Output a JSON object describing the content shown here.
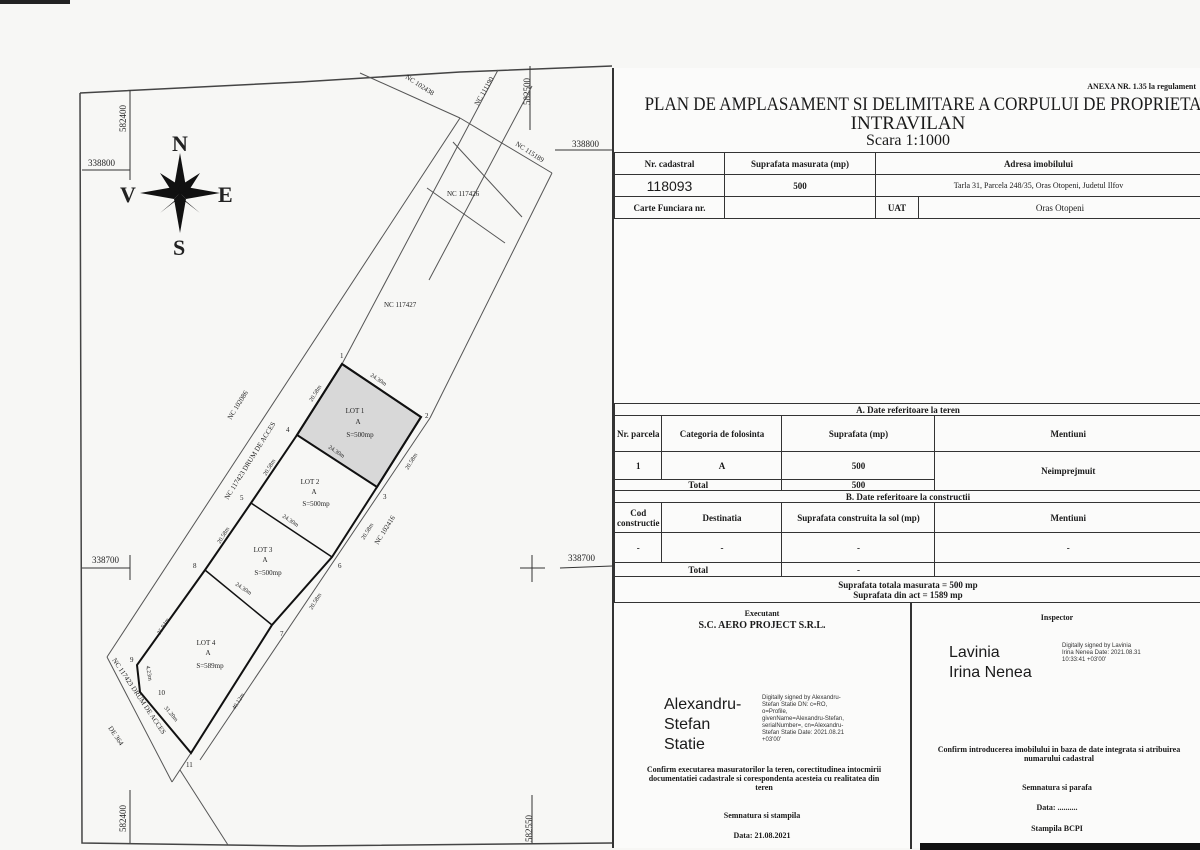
{
  "map": {
    "compass": {
      "n": "N",
      "s": "S",
      "e": "E",
      "w": "V"
    },
    "coords": {
      "x_top_left": "582400",
      "y_top_left": "338800",
      "x_top_right": "582500",
      "y_top_right": "338800",
      "y_mid_left": "338700",
      "y_mid_right": "338700",
      "x_bottom_left": "582400",
      "x_bottom_right": "582550"
    },
    "neighbors": {
      "nc102438": "NC 102438",
      "nc111190": "NC 111190",
      "nc115189": "NC 115189",
      "nc117426": "NC 117426",
      "nc117427": "NC 117427",
      "nc102086": "NC 102086",
      "road_top": "NC 117423 DRUM DE ACCES",
      "road_bottom": "NC 117423 DRUM DE ACCES",
      "nc102416": "NC 102416",
      "de364": "DE 364"
    },
    "lots": [
      {
        "name": "LOT 1",
        "category": "A",
        "area": "S=500mp"
      },
      {
        "name": "LOT 2",
        "category": "A",
        "area": "S=500mp"
      },
      {
        "name": "LOT 3",
        "category": "A",
        "area": "S=500mp"
      },
      {
        "name": "LOT 4",
        "category": "A",
        "area": "S=589mp"
      }
    ],
    "points": [
      "1",
      "2",
      "3",
      "4",
      "5",
      "6",
      "7",
      "8",
      "9",
      "10",
      "11"
    ],
    "distances": {
      "d12": "24.30m",
      "d14": "20.58m",
      "d43": "24.30m",
      "d23": "20.58m",
      "d45": "20.58m",
      "d56": "24.30m",
      "d36": "20.58m",
      "d58": "20.58m",
      "d87": "24.30m",
      "d67": "20.58m",
      "d89": "35.94m",
      "d910": "4.23m",
      "d1011": "31.20m",
      "d711": "40.12m"
    }
  },
  "panel": {
    "annex": "ANEXA NR. 1.35 la regulament",
    "title": "PLAN DE AMPLASAMENT SI DELIMITARE A CORPULUI DE PROPRIETATE",
    "subtitle": "INTRAVILAN",
    "scale": "Scara 1:1000",
    "info": {
      "h_cadastral": "Nr. cadastral",
      "h_area": "Suprafata masurata (mp)",
      "h_address": "Adresa imobilului",
      "cadastral": "118093",
      "area": "500",
      "address": "Tarla 31, Parcela 248/35, Oras Otopeni, Judetul Ilfov",
      "h_carte": "Carte Funciara nr.",
      "carte": "",
      "h_uat": "UAT",
      "uat": "Oras Otopeni"
    },
    "teren": {
      "section": "A. Date referitoare la teren",
      "headers": [
        "Nr. parcela",
        "Categoria de folosinta",
        "Suprafata (mp)",
        "Mentiuni"
      ],
      "row": [
        "1",
        "A",
        "500",
        "Neimprejmuit"
      ],
      "total_label": "Total",
      "total": "500"
    },
    "constructii": {
      "section": "B. Date referitoare la constructii",
      "headers": [
        "Cod constructie",
        "Destinatia",
        "Suprafata construita la sol (mp)",
        "Mentiuni"
      ],
      "row": [
        "-",
        "-",
        "-",
        "-"
      ],
      "total_label": "Total",
      "total": "-"
    },
    "summary": {
      "measured": "Suprafata totala masurata = 500 mp",
      "act": "Suprafata din act = 1589 mp"
    },
    "executant": {
      "label": "Executant",
      "company": "S.C. AERO PROJECT S.R.L.",
      "sig_name": [
        "Alexandru-",
        "Stefan",
        "Statie"
      ],
      "sig_detail": "Digitally signed by Alexandru-Stefan Statie DN: c=RO, o=Profile, givenName=Alexandru-Stefan, serialNumber=, cn=Alexandru-Stefan Statie Date: 2021.08.21 +03'00'",
      "confirm": "Confirm executarea masuratorilor la teren, corectitudinea intocmirii documentatiei cadastrale si corespondenta acesteia cu realitatea din teren",
      "sign": "Semnatura si stampila",
      "date": "Data: 21.08.2021"
    },
    "inspector": {
      "label": "Inspector",
      "sig_name": [
        "Lavinia",
        "Irina Nenea"
      ],
      "sig_detail": "Digitally signed by Lavinia Irina Nenea Date: 2021.08.31 10:33:41 +03'00'",
      "confirm": "Confirm introducerea imobilului in baza de date integrata si atribuirea numarului cadastral",
      "sign": "Semnatura si parafa",
      "date": "Data: ..........",
      "stamp": "Stampila BCPI"
    }
  }
}
